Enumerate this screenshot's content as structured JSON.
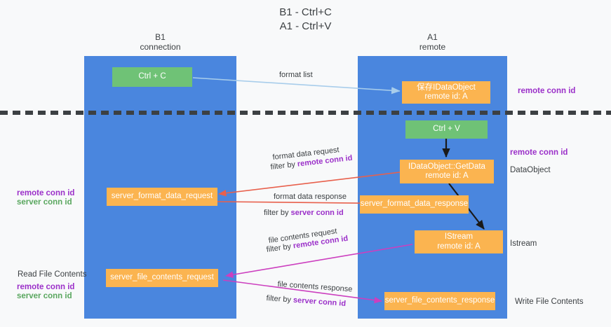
{
  "title": {
    "line1": "B1 - Ctrl+C",
    "line2": "A1 - Ctrl+V"
  },
  "columns": [
    {
      "id": "b1",
      "name": "B1",
      "role": "connection"
    },
    {
      "id": "a1",
      "name": "A1",
      "role": "remote"
    }
  ],
  "colors": {
    "lane": "#4a86de",
    "box_green": "#6fc276",
    "box_orange": "#fbb450",
    "remote_conn_id": "#9b30c9",
    "server_conn_id": "#5aa75f",
    "arrow_format_list": "#a8cdeb",
    "arrow_getdata": "#1a1a1a",
    "arrow_format_data": "#e8604c",
    "arrow_file_contents": "#cc3fbf",
    "background": "#f8f9fa",
    "divider": "#3c4043"
  },
  "nodes": {
    "ctrl_c": {
      "label": "Ctrl + C",
      "type": "green"
    },
    "ctrl_v": {
      "label": "Ctrl + V",
      "type": "green"
    },
    "idataobject": {
      "line1": "保存IDataObject",
      "line2": "remote id: A",
      "type": "orange"
    },
    "getdata": {
      "line1": "IDataObject::GetData",
      "line2": "remote id: A",
      "type": "orange"
    },
    "istream": {
      "line1": "IStream",
      "line2": "remote id: A",
      "type": "orange"
    },
    "server_format_data_request": {
      "label": "server_format_data_request",
      "type": "orange"
    },
    "server_format_data_response": {
      "label": "server_format_data_response",
      "type": "orange"
    },
    "server_file_contents_request": {
      "label": "server_file_contents_request",
      "type": "orange"
    },
    "server_file_contents_response": {
      "label": "server_file_contents_response",
      "type": "orange"
    }
  },
  "edge_labels": {
    "format_list": "format list",
    "format_data_request": "format data request",
    "format_data_request_filter_prefix": "filter by ",
    "format_data_request_filter_key": "remote conn id",
    "format_data_response": "format data response",
    "format_data_response_filter_prefix": "filter by ",
    "format_data_response_filter_key": "server conn id",
    "file_contents_request": "file contents request",
    "file_contents_request_filter_prefix": "filter by ",
    "file_contents_request_filter_key": "remote conn id",
    "file_contents_response": "file contents response",
    "file_contents_response_filter_prefix": "filter by ",
    "file_contents_response_filter_key": "server conn id"
  },
  "annotations": {
    "right_top_remote_conn_id": "remote conn id",
    "right_getdata_remote_conn_id": "remote conn id",
    "right_dataobject": "DataObject",
    "right_istream": "Istream",
    "right_write_file_contents": "Write File Contents",
    "left_remote_conn_id_1": "remote conn id",
    "left_server_conn_id_1": "server conn id",
    "left_read_file_contents": "Read File Contents",
    "left_remote_conn_id_2": "remote conn id",
    "left_server_conn_id_2": "server conn id"
  }
}
